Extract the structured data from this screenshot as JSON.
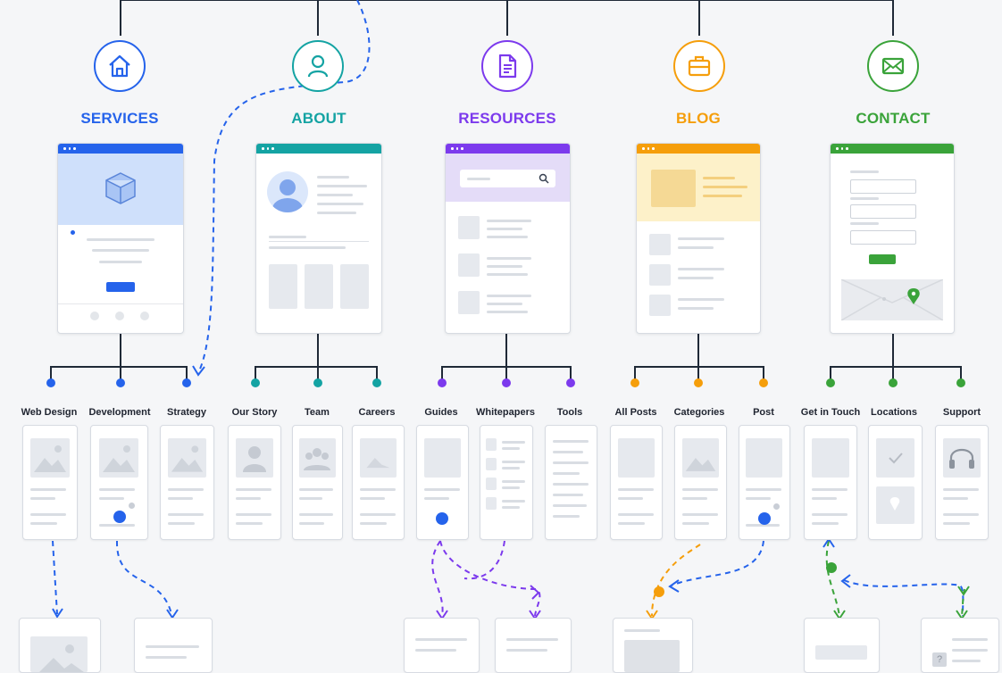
{
  "sections": [
    {
      "id": "services",
      "title": "SERVICES",
      "icon": "home-icon",
      "color": "#2563eb",
      "subpages": [
        "Web Design",
        "Development",
        "Strategy"
      ]
    },
    {
      "id": "about",
      "title": "ABOUT",
      "icon": "user-icon",
      "color": "#14a3a3",
      "subpages": [
        "Our Story",
        "Team",
        "Careers"
      ]
    },
    {
      "id": "resources",
      "title": "RESOURCES",
      "icon": "document-icon",
      "color": "#7c3aed",
      "subpages": [
        "Guides",
        "Whitepapers",
        "Tools"
      ]
    },
    {
      "id": "blog",
      "title": "BLOG",
      "icon": "briefcase-icon",
      "color": "#f59e0b",
      "subpages": [
        "All Posts",
        "Categories",
        "Post"
      ]
    },
    {
      "id": "contact",
      "title": "CONTACT",
      "icon": "envelope-icon",
      "color": "#3aa33a",
      "subpages": [
        "Get in Touch",
        "Locations",
        "Support"
      ]
    }
  ],
  "colors": {
    "background": "#f5f6f8",
    "connector": "#1f2937",
    "card_border": "#d7dbe2"
  }
}
